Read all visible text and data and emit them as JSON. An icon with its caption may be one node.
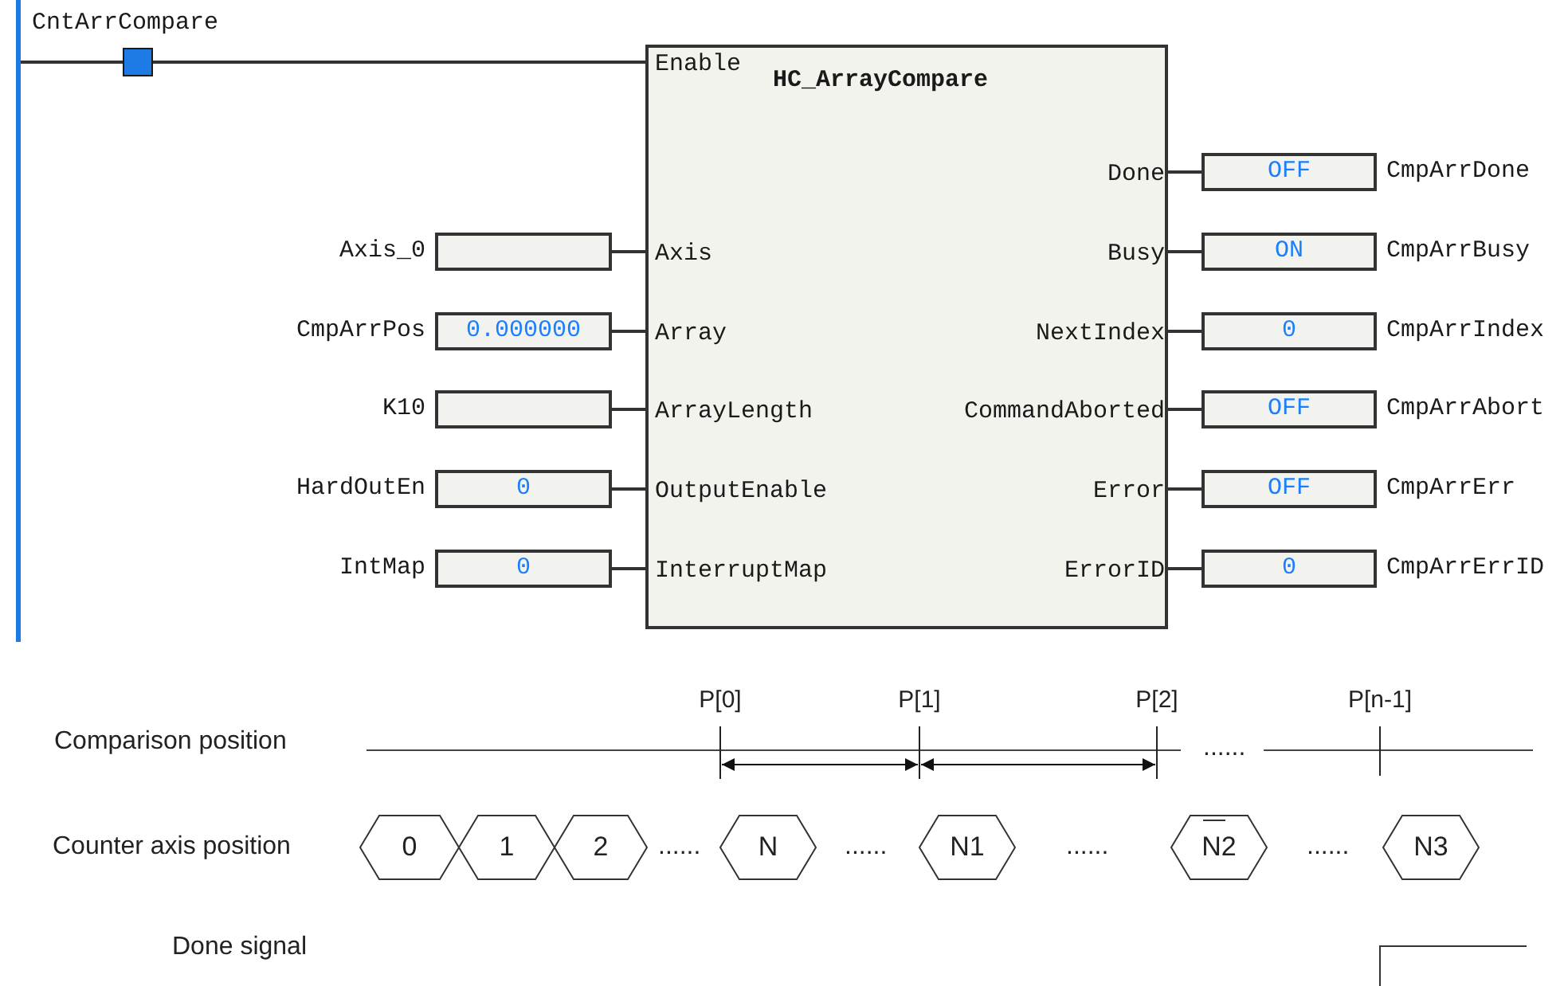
{
  "diagram": {
    "nodes": [
      {
        "text": [],
        "shape": "bar"
      },
      {
        "text": [],
        "shape": "box",
        "beside": [
          "CntArrCompare"
        ]
      },
      {
        "text": [
          "HC_ArrayCompare"
        ]
      },
      {
        "text": [
          "Enable"
        ],
        "in": 2
      },
      {
        "text": [
          "Axis"
        ],
        "in": 2
      },
      {
        "text": [
          "Array"
        ],
        "in": 2
      },
      {
        "text": [
          "ArrayLength"
        ],
        "in": 2
      },
      {
        "text": [
          "OutputEnable"
        ],
        "in": 2
      },
      {
        "text": [
          "InterruptMap"
        ],
        "in": 2
      },
      {
        "text": [
          "Done"
        ],
        "in": 2
      },
      {
        "text": [
          "Busy"
        ],
        "in": 2
      },
      {
        "text": [
          "NextIndex"
        ],
        "in": 2
      },
      {
        "text": [
          "CommandAborted"
        ],
        "in": 2
      },
      {
        "text": [
          "Error"
        ],
        "in": 2
      },
      {
        "text": [
          "ErrorID"
        ],
        "in": 2
      },
      {
        "text": [],
        "shape": "box",
        "beside": [
          "Axis_0"
        ]
      },
      {
        "text": [
          "0.000000"
        ],
        "beside": [
          "CmpArrPos"
        ]
      },
      {
        "text": [],
        "shape": "box",
        "beside": [
          "K10"
        ]
      },
      {
        "text": [
          "0"
        ],
        "beside": [
          "HardOutEn"
        ]
      },
      {
        "text": [
          "0"
        ],
        "beside": [
          "IntMap"
        ]
      },
      {
        "text": [
          "OFF"
        ],
        "beside": [
          "CmpArrDone"
        ]
      },
      {
        "text": [
          "ON"
        ],
        "beside": [
          "CmpArrBusy"
        ]
      },
      {
        "text": [
          "0"
        ],
        "beside": [
          "CmpArrIndex"
        ]
      },
      {
        "text": [
          "OFF"
        ],
        "beside": [
          "CmpArrAbort"
        ]
      },
      {
        "text": [
          "OFF"
        ],
        "beside": [
          "CmpArrErr"
        ]
      },
      {
        "text": [
          "0"
        ],
        "beside": [
          "CmpArrErrID"
        ]
      },
      {
        "text": [
          "0"
        ]
      },
      {
        "text": [
          "1"
        ]
      },
      {
        "text": [
          "2"
        ]
      },
      {
        "text": [
          "N"
        ]
      },
      {
        "text": [
          "N1"
        ]
      },
      {
        "text": [
          "N2"
        ]
      },
      {
        "text": [
          "N3"
        ]
      }
    ],
    "edges": [
      {
        "from": 0,
        "to": 1,
        "arrow": "none"
      },
      {
        "from": 1,
        "to": 3,
        "arrow": "none"
      },
      {
        "from": 15,
        "to": 4,
        "arrow": "none"
      },
      {
        "from": 16,
        "to": 5,
        "arrow": "none"
      },
      {
        "from": 17,
        "to": 6,
        "arrow": "none"
      },
      {
        "from": 18,
        "to": 7,
        "arrow": "none"
      },
      {
        "from": 19,
        "to": 8,
        "arrow": "none"
      },
      {
        "from": 9,
        "to": 20,
        "arrow": "none"
      },
      {
        "from": 10,
        "to": 21,
        "arrow": "none"
      },
      {
        "from": 11,
        "to": 22,
        "arrow": "none"
      },
      {
        "from": 12,
        "to": 23,
        "arrow": "none"
      },
      {
        "from": 13,
        "to": 24,
        "arrow": "none"
      },
      {
        "from": 14,
        "to": 25,
        "arrow": "none"
      }
    ],
    "labels": [
      "P[0]",
      "P[1]",
      "P[2]",
      "P[n-1]",
      "Comparison position",
      "......",
      "Counter axis position",
      "......",
      "......",
      "......",
      "......",
      "Done signal"
    ]
  }
}
